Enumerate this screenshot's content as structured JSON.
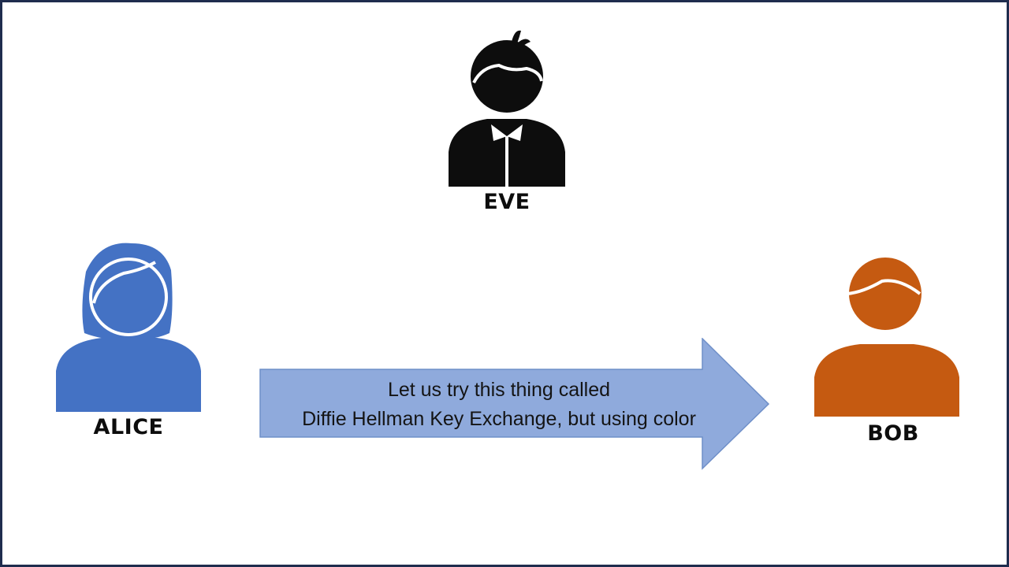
{
  "people": {
    "eve": {
      "name": "EVE",
      "color": "#0d0d0d",
      "icon": "eavesdropper-person-icon"
    },
    "alice": {
      "name": "ALICE",
      "color": "#4472c4",
      "icon": "female-person-icon"
    },
    "bob": {
      "name": "BOB",
      "color": "#c55a11",
      "icon": "male-person-icon"
    }
  },
  "message": {
    "line1": "Let us try this thing called",
    "line2": "Diffie Hellman Key Exchange, but using color",
    "arrow_color": "#8faadc",
    "direction": "alice-to-bob"
  }
}
